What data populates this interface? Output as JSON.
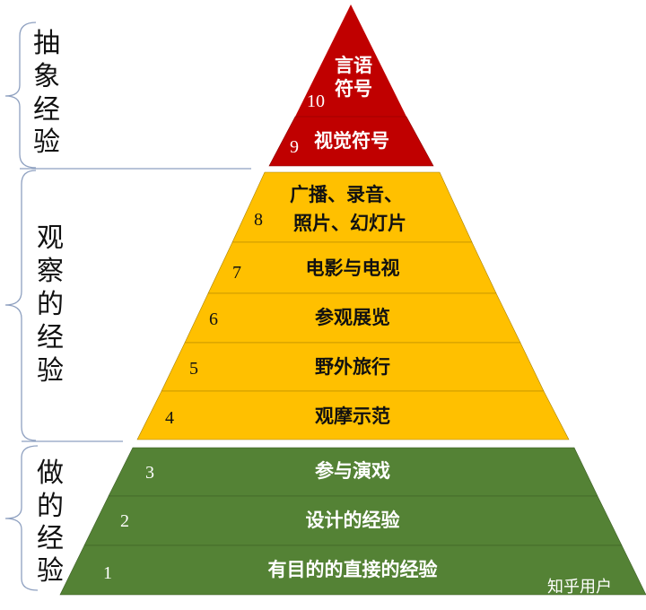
{
  "colors": {
    "abstract": "#C00000",
    "observe": "#FFC000",
    "do": "#548235",
    "brace": "#8EA0C0"
  },
  "groups": [
    {
      "label": [
        "抽",
        "象",
        "经",
        "验"
      ]
    },
    {
      "label": [
        "观",
        "察",
        "的",
        "经",
        "验"
      ]
    },
    {
      "label": [
        "做",
        "的",
        "经",
        "验"
      ]
    }
  ],
  "levels": [
    {
      "number": "10",
      "text": [
        "言语",
        "符号"
      ]
    },
    {
      "number": "9",
      "text": [
        "视觉符号"
      ]
    },
    {
      "number": "8",
      "text": [
        "广播、录音、",
        "照片、幻灯片"
      ]
    },
    {
      "number": "7",
      "text": [
        "电影与电视"
      ]
    },
    {
      "number": "6",
      "text": [
        "参观展览"
      ]
    },
    {
      "number": "5",
      "text": [
        "野外旅行"
      ]
    },
    {
      "number": "4",
      "text": [
        "观摩示范"
      ]
    },
    {
      "number": "3",
      "text": [
        "参与演戏"
      ]
    },
    {
      "number": "2",
      "text": [
        "设计的经验"
      ]
    },
    {
      "number": "1",
      "text": [
        "有目的的直接的经验"
      ]
    }
  ],
  "watermark": "知乎用户"
}
